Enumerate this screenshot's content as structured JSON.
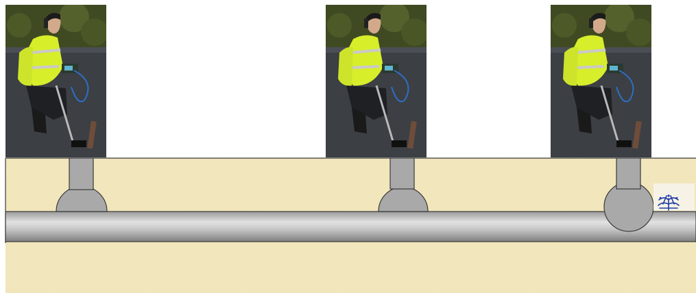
{
  "scene": {
    "colors": {
      "soil": "#f4e9c0",
      "pipe_light": "#d0d0d0",
      "pipe_dark": "#8e8e8e",
      "fitting": "#a9a9a9",
      "outline": "#3a3a3a",
      "vest": "#d7ee2b",
      "asphalt": "#3c3f44",
      "hedge": "#3f4a22",
      "leak": "#1f3aa6"
    },
    "photos": [
      {
        "id": "photo-1",
        "subject": "worker-with-listening-stick"
      },
      {
        "id": "photo-2",
        "subject": "worker-with-listening-stick"
      },
      {
        "id": "photo-3",
        "subject": "worker-with-listening-stick"
      }
    ],
    "access_points": [
      {
        "id": "access-1",
        "state": "normal"
      },
      {
        "id": "access-2",
        "state": "normal"
      },
      {
        "id": "access-3",
        "state": "leak"
      }
    ],
    "leak": {
      "icon": "water-spray-icon"
    }
  }
}
